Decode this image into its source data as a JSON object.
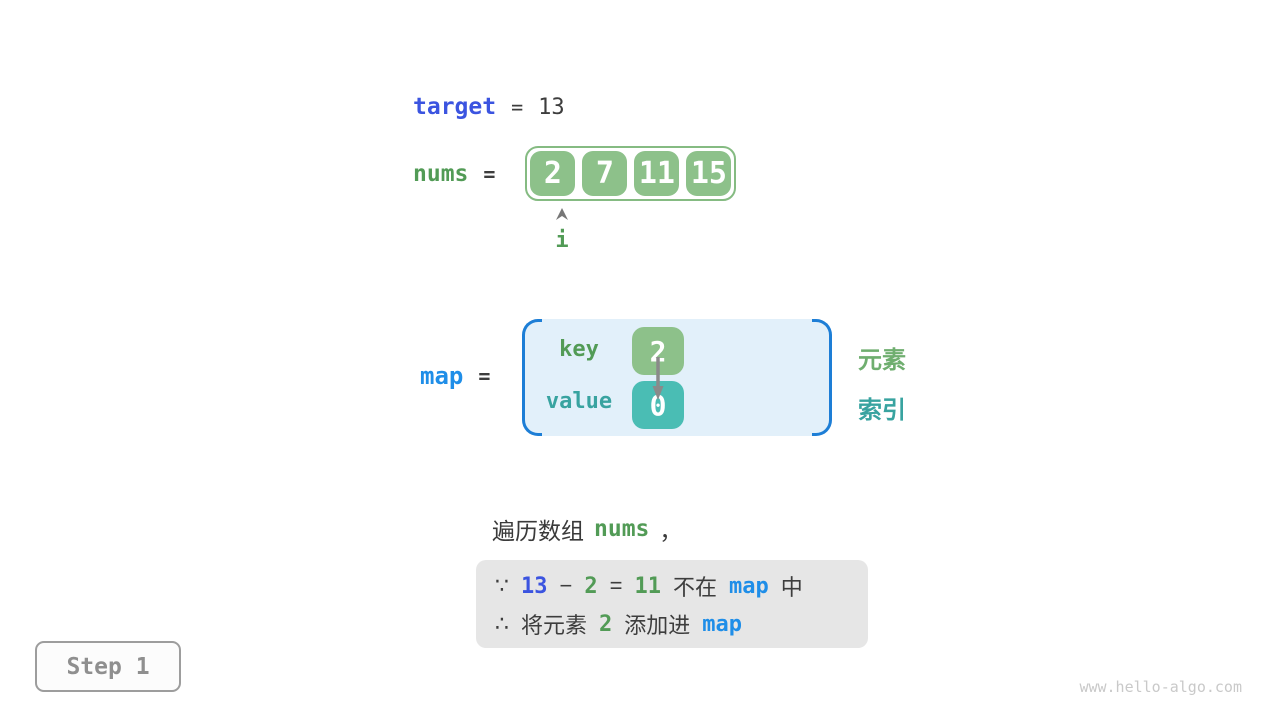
{
  "palette": {
    "royal_blue": "#3b54e0",
    "bright_blue": "#1f8ee8",
    "bracket_blue": "#1d7ed6",
    "text_green": "#529b56",
    "box_green": "#8dc18a",
    "legend_green": "#6fae6f",
    "text_teal": "#38a3a0",
    "box_teal": "#4abdb4",
    "dark_text": "#3d3d3d",
    "map_bg": "#e2f0fa",
    "reason_bg": "#e6e6e6",
    "arrow_gray": "#8a8a8a",
    "step_gray": "#8f8f8f",
    "watermark_gray": "#c9c9c9"
  },
  "target_row": {
    "keyword": "target",
    "equals": "=",
    "value": "13"
  },
  "nums_row": {
    "keyword": "nums",
    "equals": "=",
    "values": [
      "2",
      "7",
      "11",
      "15"
    ]
  },
  "pointer": {
    "label": "i"
  },
  "map_section": {
    "keyword": "map",
    "equals": "=",
    "key_label": "key",
    "key_value": "2",
    "value_label": "value",
    "value_value": "0"
  },
  "legend": {
    "element_label": "元素",
    "index_label": "索引"
  },
  "caption": {
    "prefix": "遍历数组",
    "code": "nums",
    "comma": "，"
  },
  "reason_box": {
    "line1": {
      "because": "∵",
      "minuend": "13",
      "minus": "−",
      "subtrahend": "2",
      "equals": "=",
      "difference": "11",
      "not_in": "不在",
      "map": "map",
      "suffix": "中"
    },
    "line2": {
      "therefore": "∴",
      "text_before": "将元素",
      "element": "2",
      "text_after": "添加进",
      "map": "map"
    }
  },
  "step_badge": {
    "label": "Step 1"
  },
  "watermark": {
    "text": "www.hello-algo.com"
  }
}
